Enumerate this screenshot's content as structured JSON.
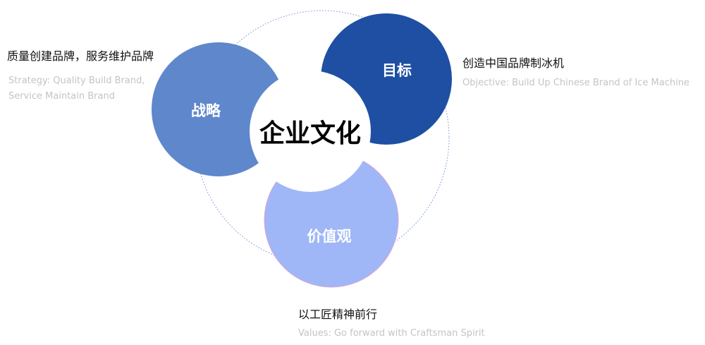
{
  "center": {
    "label": "企业文化"
  },
  "circles": {
    "strategy": {
      "label": "战略",
      "color": "#5f87cc"
    },
    "objective": {
      "label": "目标",
      "color": "#1e4fa3"
    },
    "values": {
      "label": "价值观",
      "color": "#9fb7f7"
    }
  },
  "captions": {
    "strategy": {
      "title": "质量创建品牌，服务维护品牌",
      "subtitle_lines": [
        "Strategy: Quality Build Brand,",
        "Service Maintain Brand"
      ]
    },
    "objective": {
      "title": "创造中国品牌制冰机",
      "subtitle": "Objective: Build Up Chinese Brand of Ice Machine"
    },
    "values": {
      "title": "以工匠精神前行",
      "subtitle": "Values: Go forward with Craftsman Spirit"
    }
  }
}
